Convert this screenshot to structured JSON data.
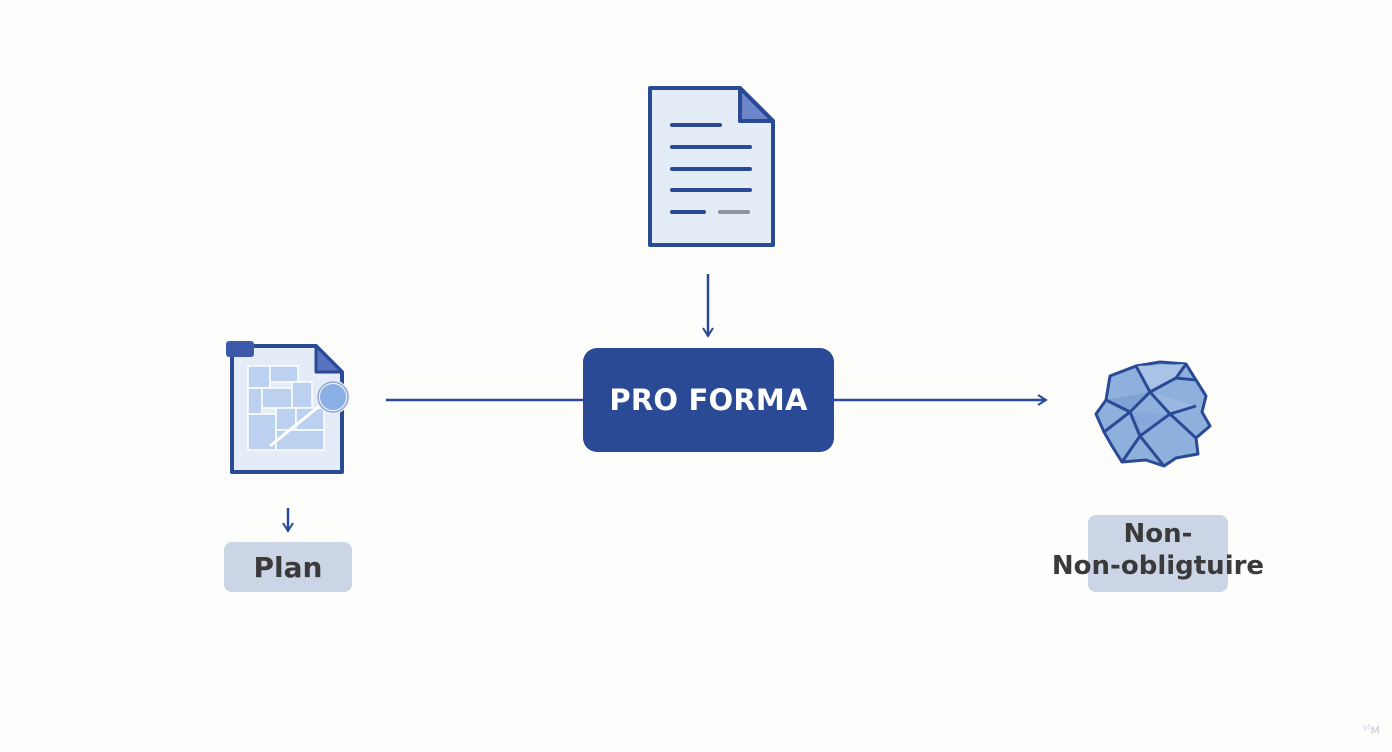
{
  "diagram": {
    "center_node": {
      "label": "PRO FORMA",
      "color": "#2a4a96"
    },
    "left_node": {
      "icon": "floor-plan-document-icon",
      "label": "Plan"
    },
    "top_node": {
      "icon": "text-document-icon"
    },
    "right_node": {
      "icon": "crumpled-paper-icon",
      "label_line1": "Non-",
      "label_line2": "Non-obligtuire"
    },
    "colors": {
      "primary": "#2a4a96",
      "accent": "#3d5aa8",
      "icon_fill": "#e4ecf8",
      "label_bg": "#cbd5e6",
      "label_text": "#3a3a3a"
    }
  },
  "watermark": "ᵞᴵᴍ"
}
